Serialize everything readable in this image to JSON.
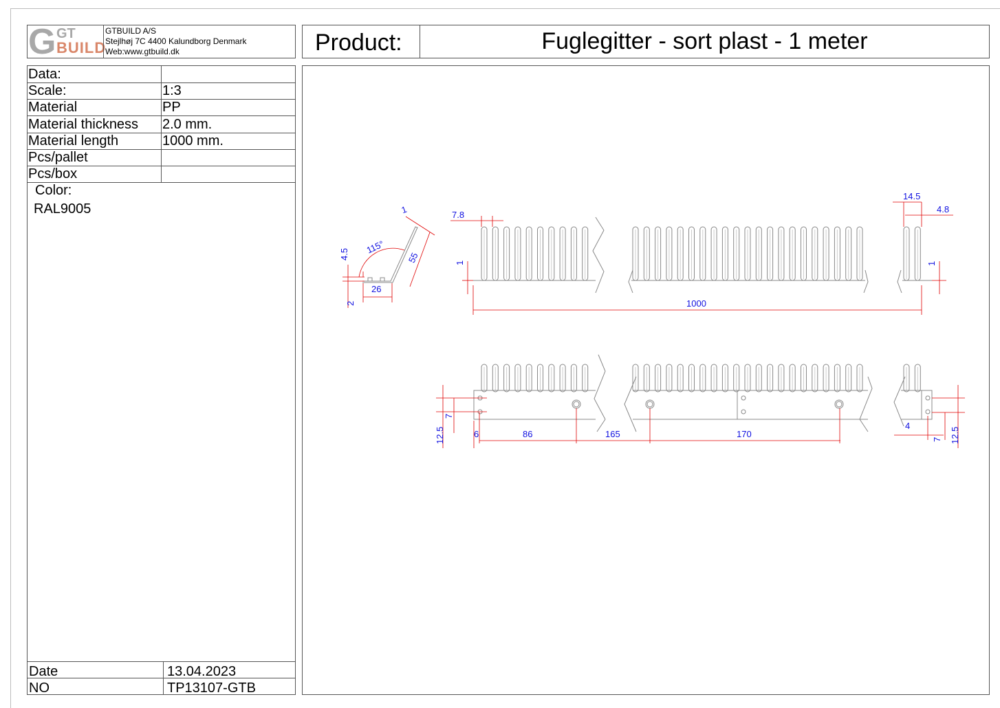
{
  "header": {
    "logo": {
      "top": "GT",
      "bottom": "BUILD",
      "letter": "G"
    },
    "company": "GTBUILD A/S",
    "address": "Stejlhøj 7C 4400 Kalundborg Denmark",
    "web": "Web:www.gtbuild.dk",
    "product_label": "Product:",
    "product_name": "Fuglegitter - sort plast - 1 meter"
  },
  "specs": [
    {
      "label": "Data:",
      "value": ""
    },
    {
      "label": "Scale:",
      "value": "1:3"
    },
    {
      "label": "Material",
      "value": "PP"
    },
    {
      "label": "Material thickness",
      "value": "2.0 mm."
    },
    {
      "label": "Material length",
      "value": "1000 mm."
    },
    {
      "label": "Pcs/pallet",
      "value": ""
    },
    {
      "label": "Pcs/box",
      "value": ""
    }
  ],
  "color": {
    "label": "Color:",
    "value": "RAL9005"
  },
  "footer": [
    {
      "label": "Date",
      "value": "13.04.2023"
    },
    {
      "label": "NO",
      "value": "TP13107-GTB"
    }
  ],
  "dimensions": {
    "profile": {
      "thickness": "1",
      "angle": "115°",
      "leg": "55",
      "height": "4.5",
      "base": "26",
      "base_thick": "2"
    },
    "front": {
      "pitch": "7.8",
      "base_h": "1",
      "length": "1000",
      "tooth_w": "14.5",
      "gap": "4.8",
      "base_h_right": "1"
    },
    "bottom": {
      "edge_h": "12.5",
      "hole_y": "7",
      "edge": "6",
      "first_hole": "86",
      "gap": "165",
      "spacing": "170",
      "end_edge": "4",
      "hole_y_right": "7",
      "edge_h_right": "12.5"
    }
  },
  "colors": {
    "dimension": "#1010e0",
    "dimline": "#e00000",
    "outline": "#888888",
    "logo_grey": "#a8a8a8",
    "logo_orange": "#d9876a"
  }
}
